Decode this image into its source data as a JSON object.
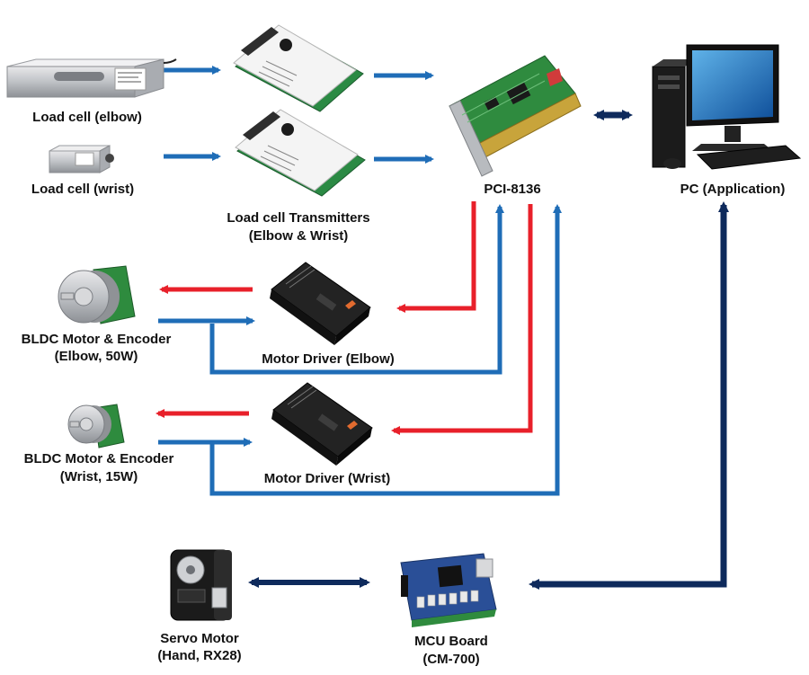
{
  "colors": {
    "blue": "#1f6db7",
    "red": "#e8202a",
    "navy": "#0e2a5c"
  },
  "labels": {
    "loadcell_elbow": "Load cell (elbow)",
    "loadcell_wrist": "Load cell (wrist)",
    "transmitters_line1": "Load cell Transmitters",
    "transmitters_line2": "(Elbow & Wrist)",
    "pci": "PCI-8136",
    "pc": "PC (Application)",
    "bldc_elbow_line1": "BLDC Motor & Encoder",
    "bldc_elbow_line2": "(Elbow, 50W)",
    "driver_elbow": "Motor Driver (Elbow)",
    "bldc_wrist_line1": "BLDC Motor & Encoder",
    "bldc_wrist_line2": "(Wrist, 15W)",
    "driver_wrist": "Motor Driver (Wrist)",
    "servo_line1": "Servo Motor",
    "servo_line2": "(Hand, RX28)",
    "mcu_line1": "MCU Board",
    "mcu_line2": "(CM-700)"
  },
  "icons": {
    "loadcell_elbow": "load-cell-icon",
    "loadcell_wrist": "load-cell-icon",
    "transmitter": "transmitter-board-icon",
    "pci": "pci-card-icon",
    "pc": "desktop-pc-icon",
    "bldc": "bldc-motor-icon",
    "driver": "motor-driver-icon",
    "servo": "servo-motor-icon",
    "mcu": "mcu-board-icon"
  }
}
